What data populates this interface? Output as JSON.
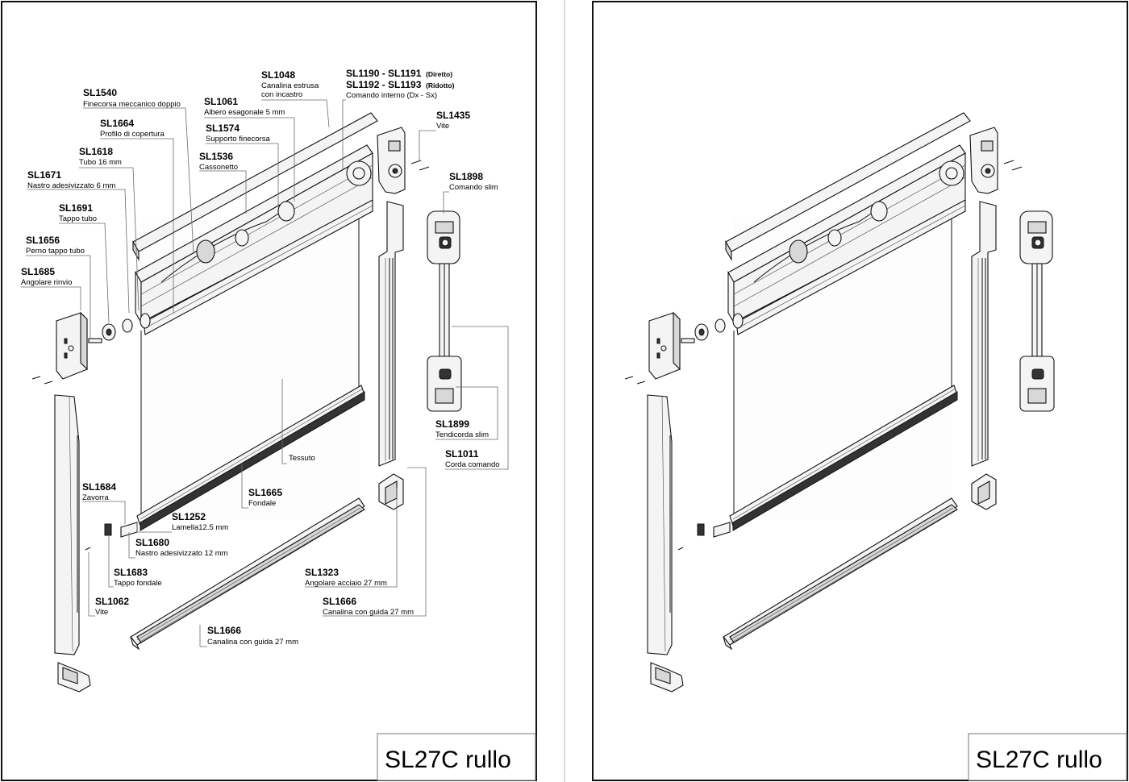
{
  "sheet_title": "SL27C rullo",
  "labels": {
    "sl1540": {
      "code": "SL1540",
      "desc": "Finecorsa meccanico doppio"
    },
    "sl1048": {
      "code": "SL1048",
      "desc1": "Canalina estrusa",
      "desc2": "con incastro"
    },
    "sl1190": {
      "code1": "SL1190 - SL1191",
      "note1": "(Diretto)",
      "code2": "SL1192 - SL1193",
      "note2": "(Ridotto)",
      "desc": "Comando interno (Dx - Sx)"
    },
    "sl1061": {
      "code": "SL1061",
      "desc": "Albero esagonale 5 mm"
    },
    "sl1435": {
      "code": "SL1435",
      "desc": "Vite"
    },
    "sl1664": {
      "code": "SL1664",
      "desc": "Profilo di copertura"
    },
    "sl1574": {
      "code": "SL1574",
      "desc": "Supporto finecorsa"
    },
    "sl1618": {
      "code": "SL1618",
      "desc": "Tubo 16 mm"
    },
    "sl1536": {
      "code": "SL1536",
      "desc": "Cassonetto"
    },
    "sl1898": {
      "code": "SL1898",
      "desc": "Comando slim"
    },
    "sl1671": {
      "code": "SL1671",
      "desc": "Nastro adesivizzato 6 mm"
    },
    "sl1691": {
      "code": "SL1691",
      "desc": "Tappo tubo"
    },
    "sl1656": {
      "code": "SL1656",
      "desc": "Perno tappo tubo"
    },
    "sl1685": {
      "code": "SL1685",
      "desc": "Angolare rinvio"
    },
    "tessuto": {
      "desc": "Tessuto"
    },
    "sl1899": {
      "code": "SL1899",
      "desc": "Tendicorda slim"
    },
    "sl1011": {
      "code": "SL1011",
      "desc": "Corda comando"
    },
    "sl1684": {
      "code": "SL1684",
      "desc": "Zavorra"
    },
    "sl1665": {
      "code": "SL1665",
      "desc": "Fondale"
    },
    "sl1252": {
      "code": "SL1252",
      "desc": "Lamella12.5 mm"
    },
    "sl1680": {
      "code": "SL1680",
      "desc": "Nastro adesivizzato 12 mm"
    },
    "sl1683": {
      "code": "SL1683",
      "desc": "Tappo fondale"
    },
    "sl1323": {
      "code": "SL1323",
      "desc": "Angolare acciaio 27 mm"
    },
    "sl1062": {
      "code": "SL1062",
      "desc": "Vite"
    },
    "sl1666a": {
      "code": "SL1666",
      "desc": "Canalina con guida 27 mm"
    },
    "sl1666b": {
      "code": "SL1666",
      "desc": "Canalina con guida 27 mm"
    }
  }
}
